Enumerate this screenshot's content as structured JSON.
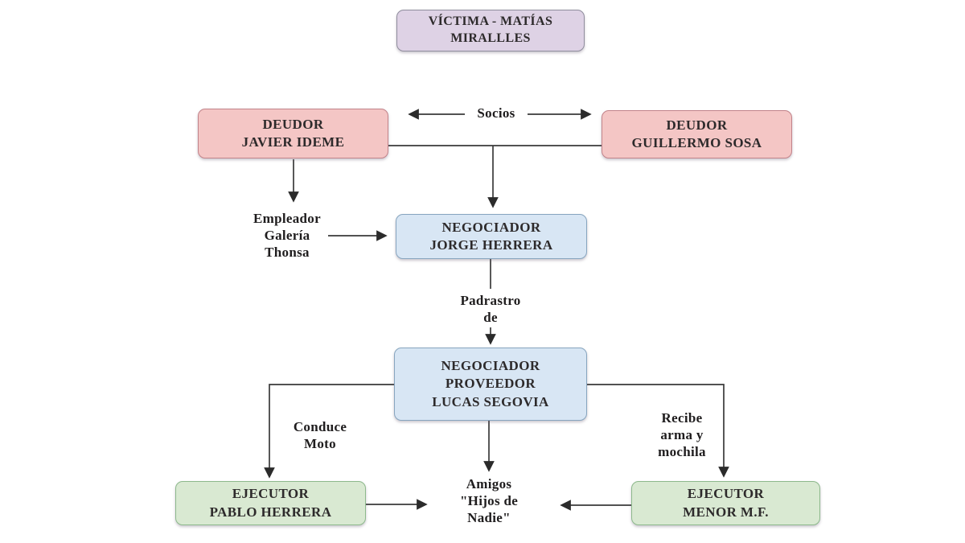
{
  "page": {
    "background": "#ffffff",
    "line_color": "#3a3a3a",
    "text_color": "#2d2a2b"
  },
  "diagram": {
    "title_node": "victima",
    "nodes": {
      "victima": {
        "label": "VÍCTIMA - MATÍAS\nMIRALLLES",
        "fill": "#ded2e5",
        "border": "#8f8d9d"
      },
      "deudor_javier": {
        "label": "DEUDOR\nJAVIER IDEME",
        "fill": "#f4c6c5",
        "border": "#c2838a"
      },
      "deudor_guillermo": {
        "label": "DEUDOR\nGUILLERMO SOSA",
        "fill": "#f4c6c5",
        "border": "#c2838a"
      },
      "negociador_jorge": {
        "label": "NEGOCIADOR\nJORGE HERRERA",
        "fill": "#d8e6f4",
        "border": "#87a5bf"
      },
      "negociador_lucas": {
        "label": "NEGOCIADOR\nPROVEEDOR\nLUCAS SEGOVIA",
        "fill": "#d8e6f4",
        "border": "#87a5bf"
      },
      "ejecutor_pablo": {
        "label": "EJECUTOR\nPABLO HERRERA",
        "fill": "#d9e9d2",
        "border": "#8db98c"
      },
      "ejecutor_menor": {
        "label": "EJECUTOR\nMENOR M.F.",
        "fill": "#d9e9d2",
        "border": "#8db98c"
      }
    },
    "annotations": {
      "socios": "Socios",
      "empleador": "Empleador\nGalería\nThonsa",
      "padrastro": "Padrastro\nde",
      "conduce": "Conduce\nMoto",
      "recibe": "Recibe\narma y\nmochila",
      "amigos": "Amigos\n\"Hijos de\nNadie\""
    }
  }
}
